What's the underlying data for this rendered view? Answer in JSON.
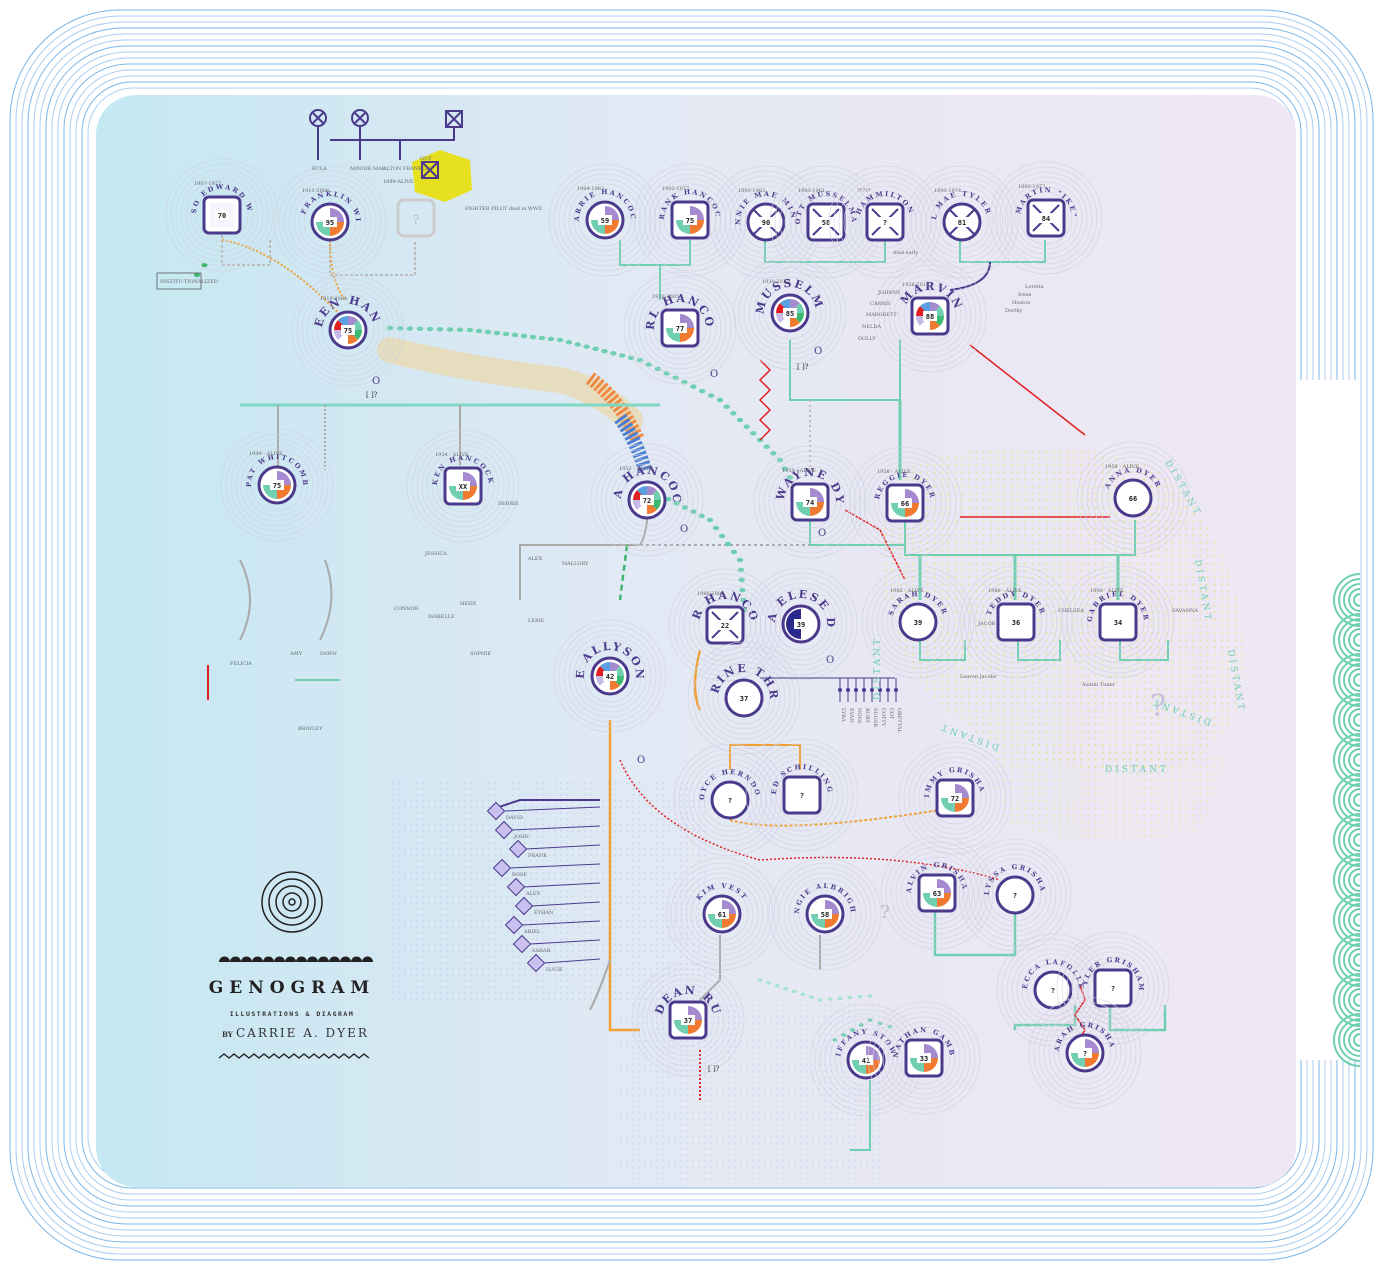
{
  "title": {
    "main": "GENOGRAM",
    "subtitle": "ILLUSTRATIONS & DIAGRAM",
    "by": "BY",
    "author": "CARRIE A. DYER"
  },
  "colors": {
    "purple": "#4b3a8c",
    "teal": "#6fcfb0",
    "red": "#e02020",
    "blue": "#5aa0e0",
    "orange": "#f0a030",
    "yellow": "#e6e020",
    "frame": "#8fc0e8"
  },
  "people": {
    "alonso": {
      "name": "ALONSO EDWARD WILLIS",
      "dates": "1907-1977",
      "age": "70"
    },
    "ruby": {
      "name": "RUBY FRANKLIN WILLIS",
      "dates": "1911-2006",
      "age": "95"
    },
    "colleen": {
      "name": "COLLEEN HANCOCK",
      "dates": "1919-2004",
      "age": "75"
    },
    "carrie_h": {
      "name": "CARRIE HANCOCK",
      "dates": "1904-1963",
      "age": "59"
    },
    "frank": {
      "name": "FRANK HANCOCK",
      "dates": "1902-1977",
      "age": "75"
    },
    "earl": {
      "name": "EARL HANCOCK",
      "dates": "1928-2005",
      "age": "77"
    },
    "nannie": {
      "name": "NANNIE MAE MINNIX",
      "dates": "1893-1983",
      "age": "90"
    },
    "gott": {
      "name": "GOTT MUSSELMAN",
      "dates": "1903-1961",
      "age": "58"
    },
    "hammilton": {
      "name": "HAMMILTON",
      "dates": "?????",
      "age": "?",
      "note": "died early"
    },
    "ethel": {
      "name": "ETHEL MAE TYLER DYER",
      "dates": "1893-1974",
      "age": "81"
    },
    "isaac_sr": {
      "name": "ISAAC MARTIN \"IKE\" DYER",
      "dates": "1893-1977",
      "age": "84"
    },
    "opal": {
      "name": "OPAL M MUSSELMAN DYER",
      "dates": "1930-2015",
      "age": "85"
    },
    "isaac": {
      "name": "ISAAC MARVIN DYER",
      "dates": "1926-2014",
      "age": "88"
    },
    "pat": {
      "name": "PAT WHITCOMB",
      "dates": "1949 - ALIVE",
      "age": "75"
    },
    "ken": {
      "name": "KEN HANCOCK",
      "dates": "1954 - ALIVE",
      "age": "XX"
    },
    "barbara": {
      "name": "BARBARA HANCOCK DYER",
      "dates": "1952 - ALIVE",
      "age": "72"
    },
    "wayne": {
      "name": "M. WAYNE DYER",
      "dates": "1950 - ALIVE",
      "age": "74"
    },
    "reggie": {
      "name": "REGGIE DYER",
      "dates": "1958 - ALIVE",
      "age": "66"
    },
    "anna": {
      "name": "ANNA DYER",
      "dates": "1958 - ALIVE",
      "age": "66"
    },
    "fletcher": {
      "name": "FLETCHER HANCOCK DYER",
      "dates": "1986-2009",
      "age": "22"
    },
    "india": {
      "name": "INDIA ELESE DYER",
      "dates": "",
      "age": "39"
    },
    "carrie": {
      "name": "CARRIE ALLYSON DYER",
      "dates": "",
      "age": "42"
    },
    "katherine": {
      "name": "KATHERINE THROWER",
      "dates": "",
      "age": "37"
    },
    "sarah": {
      "name": "SARAH DYER",
      "dates": "1985 - ALIVE",
      "age": "39"
    },
    "teddy": {
      "name": "TEDDY DYER",
      "dates": "1988 - ALIVE",
      "age": "36"
    },
    "gabriel": {
      "name": "GABRIEL DYER",
      "dates": "1990 - ALIVE",
      "age": "34"
    },
    "joyce": {
      "name": "JOYCE HERNDON",
      "dates": "",
      "age": "?"
    },
    "fred": {
      "name": "FRED SCHILLINGER",
      "dates": "",
      "age": "?"
    },
    "jimmy": {
      "name": "JIMMY GRISHAM",
      "dates": "",
      "age": "72"
    },
    "kim": {
      "name": "KIM VEST",
      "dates": "",
      "age": "61"
    },
    "angie": {
      "name": "ANGIE ALBRIGHT",
      "dates": "",
      "age": "58"
    },
    "calvin": {
      "name": "CALVIN GRISHAM",
      "dates": "",
      "age": "63"
    },
    "alyssa": {
      "name": "ALYSSA GRISHAM",
      "dates": "",
      "age": "?"
    },
    "richie": {
      "name": "RICHIE DEAN RUTLEDGE",
      "dates": "",
      "age": "37"
    },
    "tiffany": {
      "name": "TIFFANY STOWE",
      "dates": "",
      "age": "41"
    },
    "jonathan": {
      "name": "JONATHAN GAMBLE",
      "dates": "",
      "age": "33"
    },
    "rebecca": {
      "name": "REBECCA LAFOLLETTE",
      "dates": "",
      "age": "?"
    },
    "tyler": {
      "name": "TYLER GRISHAM",
      "dates": "",
      "age": "?"
    },
    "sarah_g": {
      "name": "SARAH GRISHAM",
      "dates": "",
      "age": "?"
    }
  },
  "minor_names": {
    "eula": "EULA",
    "minnie": "MINNIE MAE",
    "alton": "ALTON FRANKLIN",
    "alton_dates": "1899-ALIVE",
    "guy": "GUY",
    "fighter": "FIGHTER PILOT died in WWII",
    "institutionalized": "INSTITU-TIONALIZED",
    "johnny": "JOHNNY",
    "carrie2": "CARRIE",
    "margrett": "MARGRETT",
    "nelda": "NELDA",
    "dolly": "DOLLY",
    "loretta": "Loretta",
    "irene": "Irene",
    "huston": "Huston",
    "dorthy": "Dorthy",
    "felicia": "FELICIA",
    "amy": "AMY",
    "dawn": "DAWN",
    "brayley": "BRAYLEY",
    "jessica": "JESSICA",
    "alex": "ALEX",
    "mallory": "MALLORY",
    "connor": "CONNOR",
    "isabelle": "ISABELLE",
    "heidi": "HEIDI",
    "lexie": "LEXIE",
    "sophie": "SOPHIE",
    "debbie": "DEBBIE",
    "jacob": "JACOB",
    "chelsea": "CHELSEA",
    "savanna": "SAVANNA",
    "lauren": "Lauren Jacobs",
    "austin": "Austin Tuner",
    "grandkids": [
      "LYRA",
      "EVAN",
      "NOVA",
      "RUBY",
      "SUGAR",
      "COTTY",
      "COT",
      "GRETTAL"
    ],
    "kids_left": [
      "DAVID",
      "JOHN",
      "FRANK",
      "ROSE",
      "ALEX",
      "ETHAN",
      "ARIEL",
      "SARAH",
      "LUCIE"
    ]
  },
  "markers": {
    "unknown": "?",
    "question": "[ ]?",
    "zero": "O",
    "distant": [
      "DISTANT",
      "DISTANT",
      "DISTANT",
      "DISTANT",
      "DISTANT",
      "DISTANT",
      "DISTANT"
    ]
  }
}
